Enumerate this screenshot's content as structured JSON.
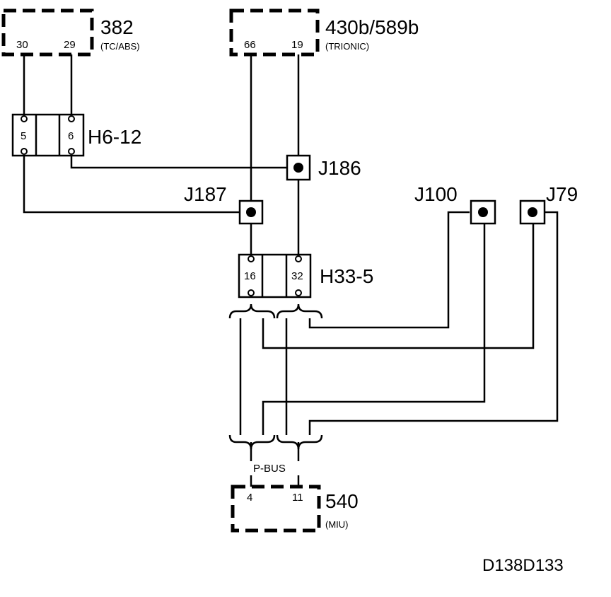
{
  "components": {
    "c382": {
      "id": "382",
      "desc": "(TC/ABS)",
      "pin_a": "30",
      "pin_b": "29"
    },
    "c430": {
      "id": "430b/589b",
      "desc": "(TRIONIC)",
      "pin_a": "66",
      "pin_b": "19"
    },
    "c540": {
      "id": "540",
      "desc": "(MIU)",
      "pin_a": "4",
      "pin_b": "11"
    }
  },
  "connectors": {
    "h6": {
      "id": "H6-12",
      "pin_a": "5",
      "pin_b": "6"
    },
    "h33": {
      "id": "H33-5",
      "pin_a": "16",
      "pin_b": "32"
    }
  },
  "junctions": {
    "j186": "J186",
    "j187": "J187",
    "j100": "J100",
    "j79": "J79"
  },
  "bus_label": "P-BUS",
  "diagram_code": "D138D133"
}
